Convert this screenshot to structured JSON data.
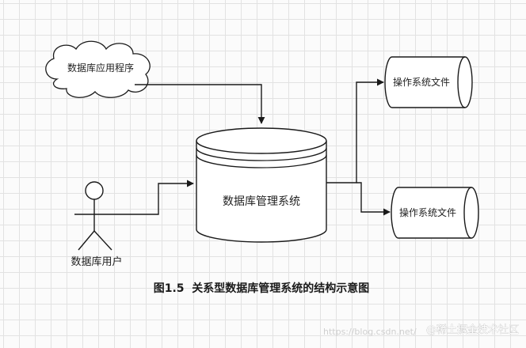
{
  "nodes": {
    "app": "数据库应用程序",
    "dbms": "数据库管理系统",
    "user": "数据库用户",
    "file_top": "操作系统文件",
    "file_bottom": "操作系统文件"
  },
  "caption": "图1.5  关系型数据库管理系统的结构示意图",
  "watermark": {
    "faint_url": "https://blog.csdn.net/",
    "brand": "@稀土掘金技术社区"
  },
  "colors": {
    "line": "#1a1a1a",
    "shape_fill": "#ffffff",
    "grid": "#e2e2e2"
  }
}
